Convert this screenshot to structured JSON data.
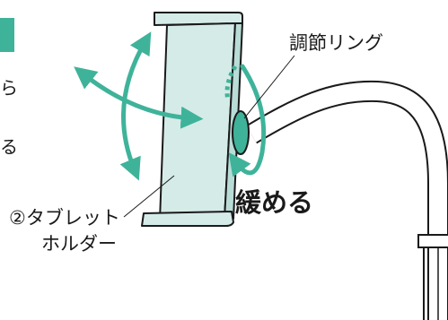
{
  "labels": {
    "adjust_ring": "調節リング",
    "tablet_holder_line1": "②タブレット",
    "tablet_holder_line2": "ホルダー",
    "loosen": "緩める"
  },
  "edge_fragments": {
    "top": "ら",
    "bottom": "る"
  },
  "colors": {
    "accent_teal": "#3fb39a",
    "panel_fill": "#d5ebe8",
    "outline": "#1a1a1a"
  },
  "icons": [
    "rotate-arrows-icon",
    "loosen-arrow-icon"
  ]
}
